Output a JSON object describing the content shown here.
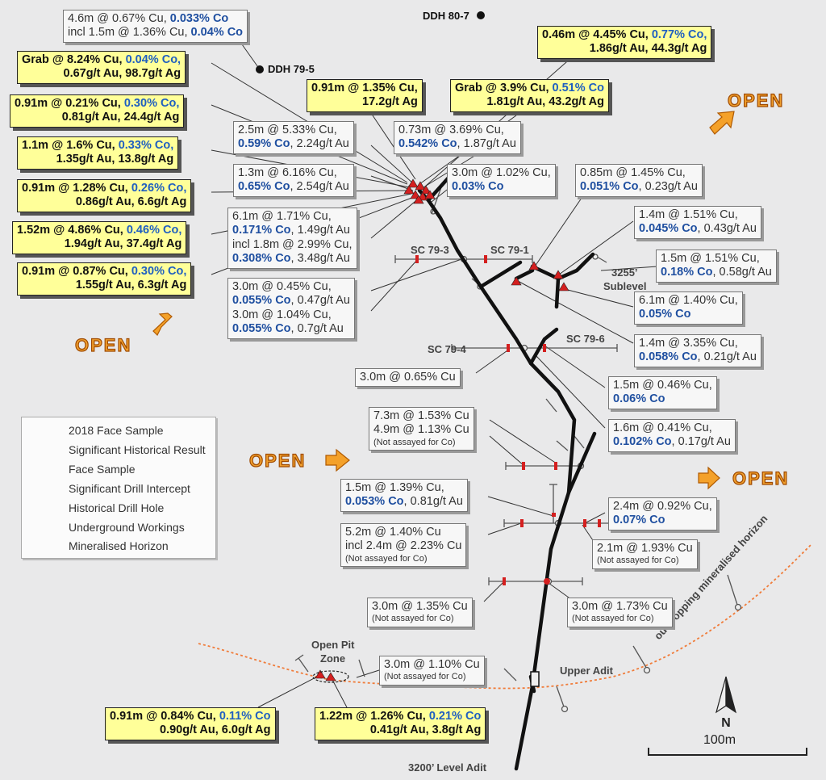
{
  "open_labels": [
    "OPEN",
    "OPEN",
    "OPEN",
    "OPEN"
  ],
  "drill_names": {
    "ddh_80_7": "DDH 80-7",
    "ddh_79_5": "DDH 79-5",
    "sc79_3": "SC 79-3",
    "sc79_1": "SC 79-1",
    "sc79_4": "SC 79-4",
    "sc79_6": "SC 79-6"
  },
  "place_names": {
    "sublevel_a": "3255’",
    "sublevel_b": "Sublevel",
    "open_pit_a": "Open Pit",
    "open_pit_b": "Zone",
    "upper_adit": "Upper Adit",
    "level_adit": "3200’ Level Adit",
    "outcrop": "outcropping mineralised horizon",
    "scale": "100m"
  },
  "legend": {
    "face_box": "2018 Face Sample",
    "hist_box": "Significant Historical Result",
    "face_sample": "Face Sample",
    "drill_intercept": "Significant Drill Intercept",
    "hist_drill": "Historical Drill Hole",
    "workings": "Underground Workings",
    "horizon": "Mineralised Horizon"
  },
  "labels": {
    "h1": {
      "l1a": "4.6m @ 0.67% Cu, ",
      "l1b": "0.033% Co",
      "l2a": "incl 1.5m @ 1.36% Cu, ",
      "l2b": "0.04% Co"
    },
    "f1": {
      "l1a": "Grab @ 8.24% Cu, ",
      "l1b": "0.04% Co,",
      "l2": "0.67g/t Au, 98.7g/t Ag"
    },
    "f2": {
      "l1a": "0.91m @ 0.21% Cu, ",
      "l1b": "0.30% Co,",
      "l2": "0.81g/t Au, 24.4g/t Ag"
    },
    "f3": {
      "l1a": "1.1m @ 1.6% Cu, ",
      "l1b": "0.33% Co,",
      "l2": "1.35g/t Au, 13.8g/t Ag"
    },
    "f4": {
      "l1a": "0.91m @ 1.28% Cu, ",
      "l1b": "0.26% Co,",
      "l2": "0.86g/t Au, 6.6g/t Ag"
    },
    "f5": {
      "l1a": "1.52m @ 4.86% Cu, ",
      "l1b": "0.46% Co,",
      "l2": "1.94g/t Au, 37.4g/t Ag"
    },
    "f6": {
      "l1a": "0.91m @ 0.87% Cu, ",
      "l1b": "0.30% Co,",
      "l2": "1.55g/t Au, 6.3g/t Ag"
    },
    "f7": {
      "l1": "0.91m @ 1.35% Cu,",
      "l2": "17.2g/t Ag"
    },
    "f8": {
      "l1a": "Grab @ 3.9% Cu, ",
      "l1b": "0.51% Co",
      "l2": "1.81g/t Au, 43.2g/t Ag"
    },
    "f9": {
      "l1a": "0.46m @ 4.45% Cu, ",
      "l1b": "0.77% Co,",
      "l2": "1.86g/t Au, 44.3g/t Ag"
    },
    "f10": {
      "l1a": "0.91m @ 0.84% Cu, ",
      "l1b": "0.11% Co",
      "l2": "0.90g/t Au, 6.0g/t Ag"
    },
    "f11": {
      "l1a": "1.22m @ 1.26% Cu, ",
      "l1b": "0.21% Co",
      "l2": "0.41g/t Au, 3.8g/t Ag"
    },
    "h2": {
      "l1": "2.5m @ 5.33% Cu,",
      "l2a": "0.59% Co",
      "l2b": ", 2.24g/t Au"
    },
    "h3": {
      "l1": "0.73m @ 3.69% Cu,",
      "l2a": "0.542% Co",
      "l2b": ", 1.87g/t Au"
    },
    "h4": {
      "l1": "1.3m @ 6.16% Cu,",
      "l2a": "0.65% Co",
      "l2b": ", 2.54g/t Au"
    },
    "h5": {
      "l1": "3.0m @ 1.02% Cu,",
      "l2a": "0.03% Co"
    },
    "h6": {
      "l1": "6.1m @ 1.71% Cu,",
      "l2a": "0.171% Co",
      "l2b": ", 1.49g/t Au",
      "l3": "incl 1.8m @ 2.99% Cu,",
      "l4a": "0.308% Co",
      "l4b": ", 3.48g/t Au"
    },
    "h7": {
      "l1": "3.0m @ 0.45% Cu,",
      "l2a": "0.055% Co",
      "l2b": ", 0.47g/t Au",
      "l3": "3.0m @ 1.04% Cu,",
      "l4a": "0.055% Co",
      "l4b": ", 0.7g/t Au"
    },
    "h8": {
      "l1": "0.85m @ 1.45% Cu,",
      "l2a": "0.051% Co",
      "l2b": ", 0.23g/t Au"
    },
    "h9": {
      "l1": "1.4m @ 1.51% Cu,",
      "l2a": "0.045% Co",
      "l2b": ", 0.43g/t Au"
    },
    "h10": {
      "l1": "1.5m @ 1.51% Cu,",
      "l2a": "0.18% Co",
      "l2b": ", 0.58g/t Au"
    },
    "h11": {
      "l1": "6.1m @ 1.40% Cu,",
      "l2a": "0.05% Co"
    },
    "h12": {
      "l1": "1.4m @ 3.35% Cu,",
      "l2a": "0.058% Co",
      "l2b": ", 0.21g/t Au"
    },
    "h13": {
      "l1": "3.0m @ 0.65% Cu"
    },
    "h14": {
      "l1": "1.5m @ 0.46% Cu,",
      "l2a": "0.06% Co"
    },
    "h15": {
      "l1": "1.6m @ 0.41% Cu,",
      "l2a": "0.102% Co",
      "l2b": ", 0.17g/t Au"
    },
    "h16": {
      "l1": "7.3m @ 1.53% Cu",
      "l2": "4.9m @ 1.13% Cu",
      "l3": "(Not assayed for Co)"
    },
    "h17": {
      "l1": "1.5m @ 1.39% Cu,",
      "l2a": "0.053% Co",
      "l2b": ", 0.81g/t Au"
    },
    "h18": {
      "l1": "2.4m @ 0.92% Cu,",
      "l2a": "0.07% Co"
    },
    "h19": {
      "l1": "5.2m @ 1.40% Cu",
      "l2": "incl 2.4m @ 2.23% Cu",
      "l3": "(Not assayed for Co)"
    },
    "h20": {
      "l1": "2.1m @ 1.93% Cu",
      "l2": "(Not assayed for Co)"
    },
    "h21": {
      "l1": "3.0m @ 1.35% Cu",
      "l2": "(Not assayed for Co)"
    },
    "h22": {
      "l1": "3.0m @ 1.73% Cu",
      "l2": "(Not assayed for Co)"
    },
    "h23": {
      "l1": "3.0m @ 1.10% Cu",
      "l2": "(Not assayed for Co)"
    }
  },
  "colors": {
    "face_fill": "#ffff99",
    "cobalt_text": "#1f4fa0",
    "open_text": "#f0a02e",
    "workings": "#111111",
    "intercept": "#d41f1f",
    "horizon": "#f07c3a"
  }
}
